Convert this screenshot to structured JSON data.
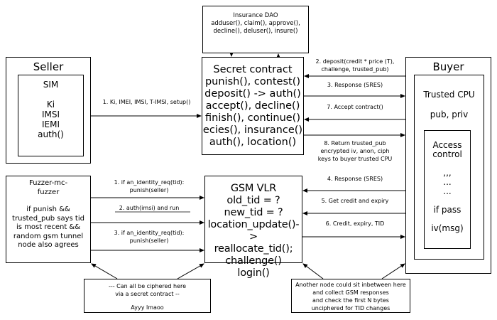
{
  "insurance_dao": {
    "lines": [
      "Insurance DAO",
      "adduser(), claim(), approve(),",
      "decline(), deluser(), insure()"
    ]
  },
  "seller": {
    "title": "Seller",
    "sim_lines": [
      "SIM",
      "",
      "Ki",
      "IMSI",
      "IEMI",
      "auth()"
    ]
  },
  "secret_contract": {
    "lines": [
      "Secret contract",
      "punish(), contest()",
      "deposit() -> auth()",
      "accept(), decline()",
      "finish(), continue()",
      "ecies(), insurance()",
      "auth(), location()"
    ]
  },
  "buyer": {
    "title": "Buyer",
    "cpu_lines": [
      "Trusted CPU",
      "",
      "pub, priv"
    ],
    "access_lines": [
      "Access",
      "control",
      "",
      ",,,",
      "...",
      "...",
      "",
      "if pass",
      "",
      "iv(msg)"
    ]
  },
  "fuzzer": {
    "lines": [
      "Fuzzer-mc-",
      "fuzzer",
      "",
      "if punish &&",
      "trusted_pub says tid",
      "is most recent &&",
      "random gsm tunnel",
      "node also agrees"
    ]
  },
  "gsm_vlr": {
    "lines": [
      "GSM VLR",
      "old_tid = ?",
      "new_tid = ?",
      "location_update()->",
      "reallocate_tid();",
      "challenge()",
      "login()"
    ]
  },
  "arrows": {
    "seller_setup": "1. Ki, IMEI, IMSI, T-IMSI, setup()",
    "deposit": [
      "2. deposit(credit * price (T),",
      "challenge, trusted_pub)"
    ],
    "response_sres_3": "3. Response (SRES)",
    "accept_contract": "7. Accept contract()",
    "return_trusted_pub": [
      "8. Return trusted_pub",
      "encrypted iv, anon, ciph",
      "keys to buyer trusted CPU"
    ],
    "fuzz_1": [
      "1. if an_identity_req(tid):",
      "punish(seller)"
    ],
    "fuzz_2": "2. auth(imsi) and run",
    "fuzz_3": [
      "3. if an_identity_req(tid):",
      "punish(seller)"
    ],
    "response_sres_4": "4. Response (SRES)",
    "get_credit": "5. Get credit and expiry",
    "credit_expiry_tid": "6. Credit, expiry, TID"
  },
  "notes": {
    "left": [
      "--- Can all be ciphered here",
      "via a secret contract --",
      "",
      "Ayyy lmaoo"
    ],
    "right": [
      "Another node could sit inbetween here",
      "and collect GSM responses",
      "and check the first N bytes",
      "unciphered for TID changes"
    ]
  }
}
